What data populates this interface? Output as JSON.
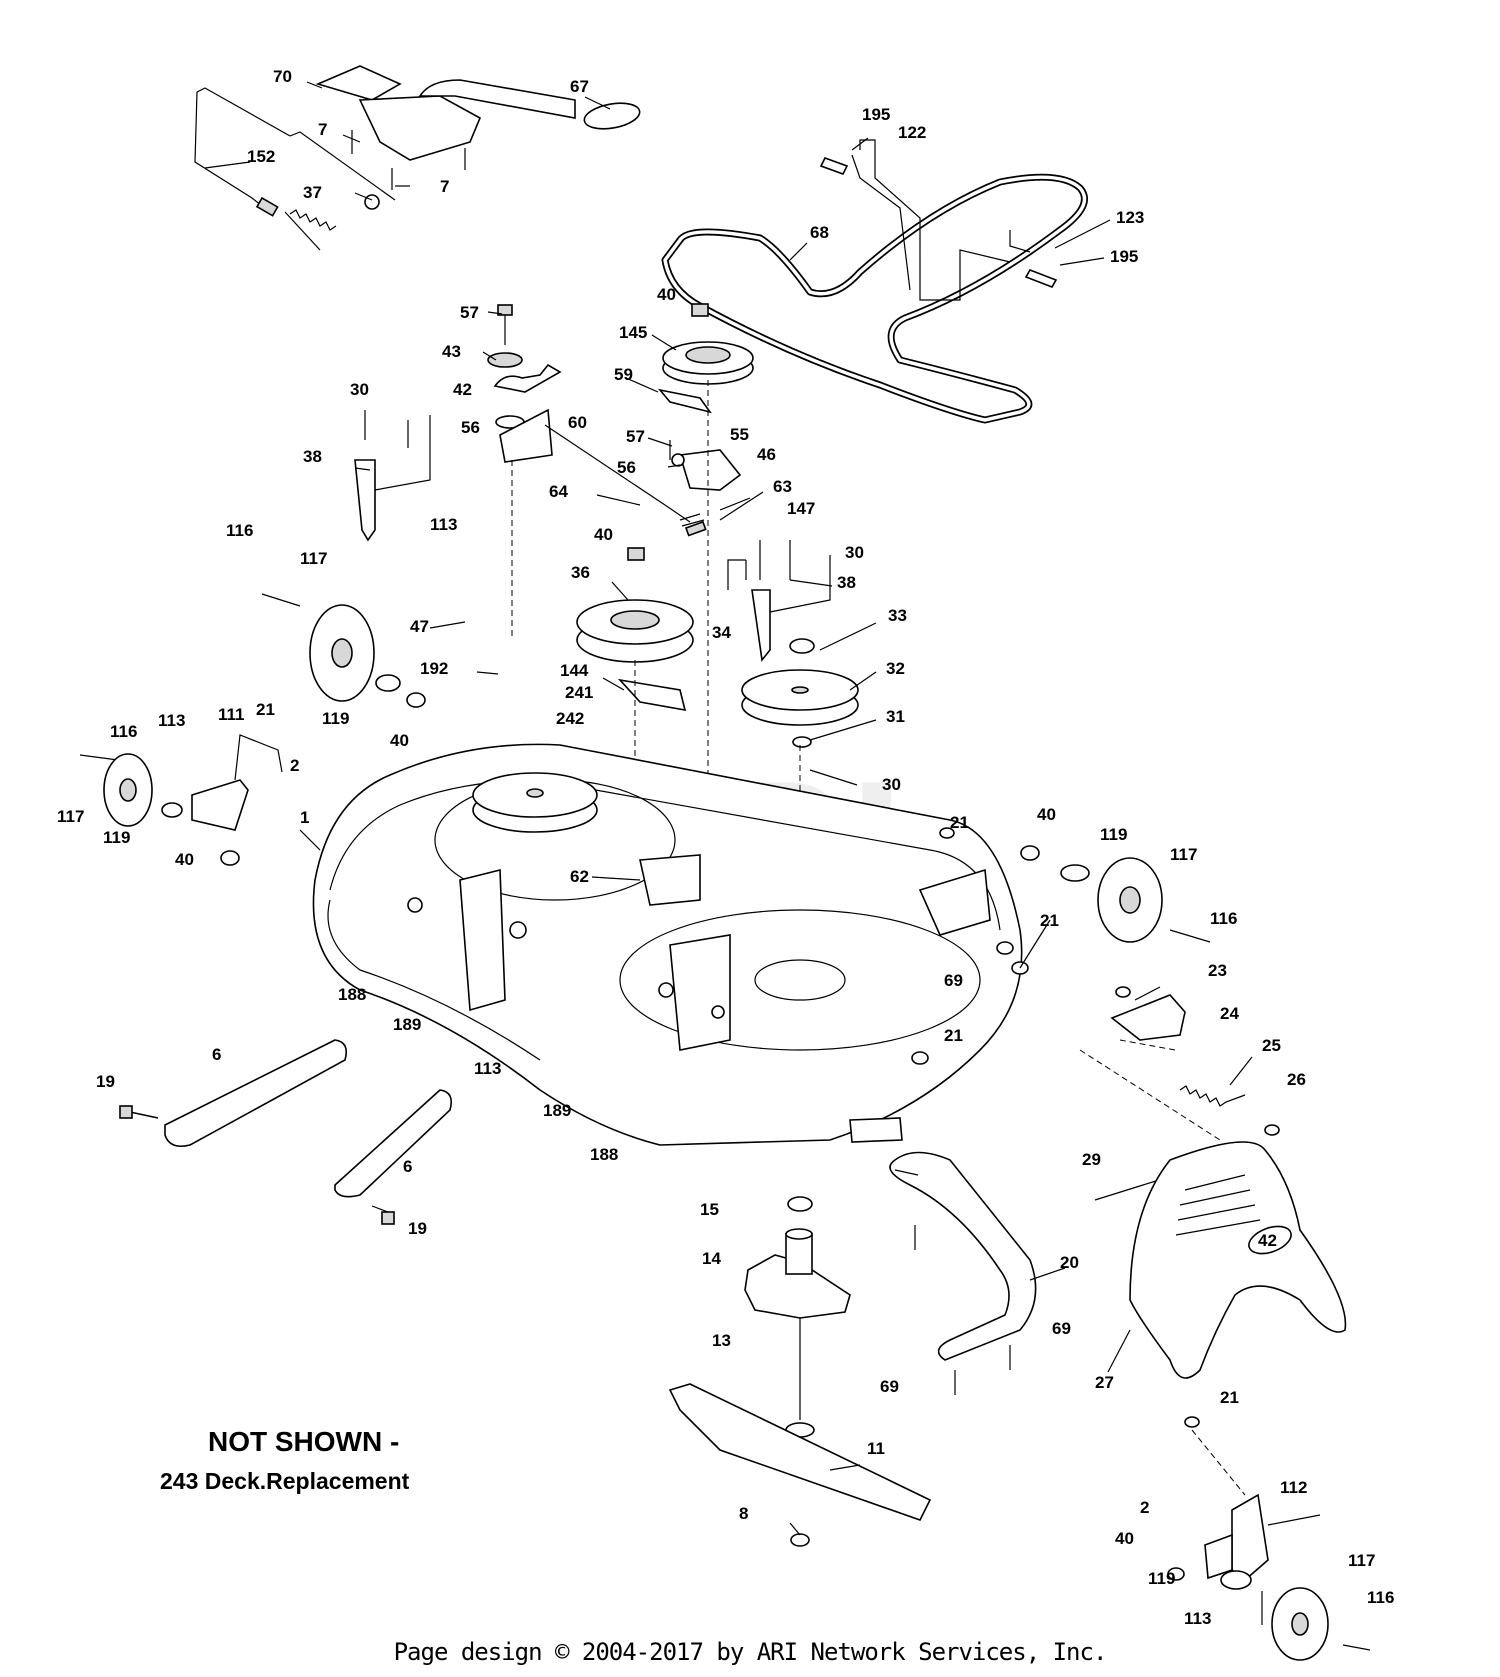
{
  "watermark": "ARI",
  "not_shown": {
    "title": "NOT SHOWN -",
    "item": "243 Deck.Replacement"
  },
  "footer": "Page design © 2004-2017 by ARI Network Services, Inc.",
  "blade_decal": "42",
  "callouts": [
    {
      "id": "70",
      "label": "70"
    },
    {
      "id": "67",
      "label": "67"
    },
    {
      "id": "7a",
      "label": "7"
    },
    {
      "id": "152",
      "label": "152"
    },
    {
      "id": "7b",
      "label": "7"
    },
    {
      "id": "37",
      "label": "37"
    },
    {
      "id": "195a",
      "label": "195"
    },
    {
      "id": "122",
      "label": "122"
    },
    {
      "id": "123",
      "label": "123"
    },
    {
      "id": "68",
      "label": "68"
    },
    {
      "id": "195b",
      "label": "195"
    },
    {
      "id": "57a",
      "label": "57"
    },
    {
      "id": "40a",
      "label": "40"
    },
    {
      "id": "43",
      "label": "43"
    },
    {
      "id": "145",
      "label": "145"
    },
    {
      "id": "30a",
      "label": "30"
    },
    {
      "id": "42",
      "label": "42"
    },
    {
      "id": "59",
      "label": "59"
    },
    {
      "id": "56a",
      "label": "56"
    },
    {
      "id": "60",
      "label": "60"
    },
    {
      "id": "38a",
      "label": "38"
    },
    {
      "id": "57b",
      "label": "57"
    },
    {
      "id": "55",
      "label": "55"
    },
    {
      "id": "56b",
      "label": "56"
    },
    {
      "id": "46",
      "label": "46"
    },
    {
      "id": "64",
      "label": "64"
    },
    {
      "id": "63",
      "label": "63"
    },
    {
      "id": "147",
      "label": "147"
    },
    {
      "id": "116a",
      "label": "116"
    },
    {
      "id": "113a",
      "label": "113"
    },
    {
      "id": "40b",
      "label": "40"
    },
    {
      "id": "30b",
      "label": "30"
    },
    {
      "id": "117a",
      "label": "117"
    },
    {
      "id": "36",
      "label": "36"
    },
    {
      "id": "38b",
      "label": "38"
    },
    {
      "id": "47",
      "label": "47"
    },
    {
      "id": "33",
      "label": "33"
    },
    {
      "id": "34",
      "label": "34"
    },
    {
      "id": "192",
      "label": "192"
    },
    {
      "id": "144",
      "label": "144"
    },
    {
      "id": "32",
      "label": "32"
    },
    {
      "id": "21a",
      "label": "21"
    },
    {
      "id": "241",
      "label": "241"
    },
    {
      "id": "119a",
      "label": "119"
    },
    {
      "id": "116b",
      "label": "116"
    },
    {
      "id": "113b",
      "label": "113"
    },
    {
      "id": "111",
      "label": "111"
    },
    {
      "id": "242",
      "label": "242"
    },
    {
      "id": "31",
      "label": "31"
    },
    {
      "id": "40c",
      "label": "40"
    },
    {
      "id": "2a",
      "label": "2"
    },
    {
      "id": "30c",
      "label": "30"
    },
    {
      "id": "117b",
      "label": "117"
    },
    {
      "id": "119b",
      "label": "119"
    },
    {
      "id": "1",
      "label": "1"
    },
    {
      "id": "40d",
      "label": "40"
    },
    {
      "id": "21b",
      "label": "21"
    },
    {
      "id": "40e",
      "label": "40"
    },
    {
      "id": "119c",
      "label": "119"
    },
    {
      "id": "117c",
      "label": "117"
    },
    {
      "id": "62",
      "label": "62"
    },
    {
      "id": "116c",
      "label": "116"
    },
    {
      "id": "21c",
      "label": "21"
    },
    {
      "id": "69a",
      "label": "69"
    },
    {
      "id": "188a",
      "label": "188"
    },
    {
      "id": "189a",
      "label": "189"
    },
    {
      "id": "23",
      "label": "23"
    },
    {
      "id": "6a",
      "label": "6"
    },
    {
      "id": "21d",
      "label": "21"
    },
    {
      "id": "24",
      "label": "24"
    },
    {
      "id": "113c",
      "label": "113"
    },
    {
      "id": "19a",
      "label": "19"
    },
    {
      "id": "25",
      "label": "25"
    },
    {
      "id": "189b",
      "label": "189"
    },
    {
      "id": "26",
      "label": "26"
    },
    {
      "id": "188b",
      "label": "188"
    },
    {
      "id": "6b",
      "label": "6"
    },
    {
      "id": "29",
      "label": "29"
    },
    {
      "id": "19b",
      "label": "19"
    },
    {
      "id": "15",
      "label": "15"
    },
    {
      "id": "14",
      "label": "14"
    },
    {
      "id": "20",
      "label": "20"
    },
    {
      "id": "27",
      "label": "27"
    },
    {
      "id": "13",
      "label": "13"
    },
    {
      "id": "69b",
      "label": "69"
    },
    {
      "id": "69c",
      "label": "69"
    },
    {
      "id": "11",
      "label": "11"
    },
    {
      "id": "21e",
      "label": "21"
    },
    {
      "id": "8",
      "label": "8"
    },
    {
      "id": "2b",
      "label": "2"
    },
    {
      "id": "112",
      "label": "112"
    },
    {
      "id": "40f",
      "label": "40"
    },
    {
      "id": "119d",
      "label": "119"
    },
    {
      "id": "117d",
      "label": "117"
    },
    {
      "id": "113d",
      "label": "113"
    },
    {
      "id": "116d",
      "label": "116"
    }
  ]
}
